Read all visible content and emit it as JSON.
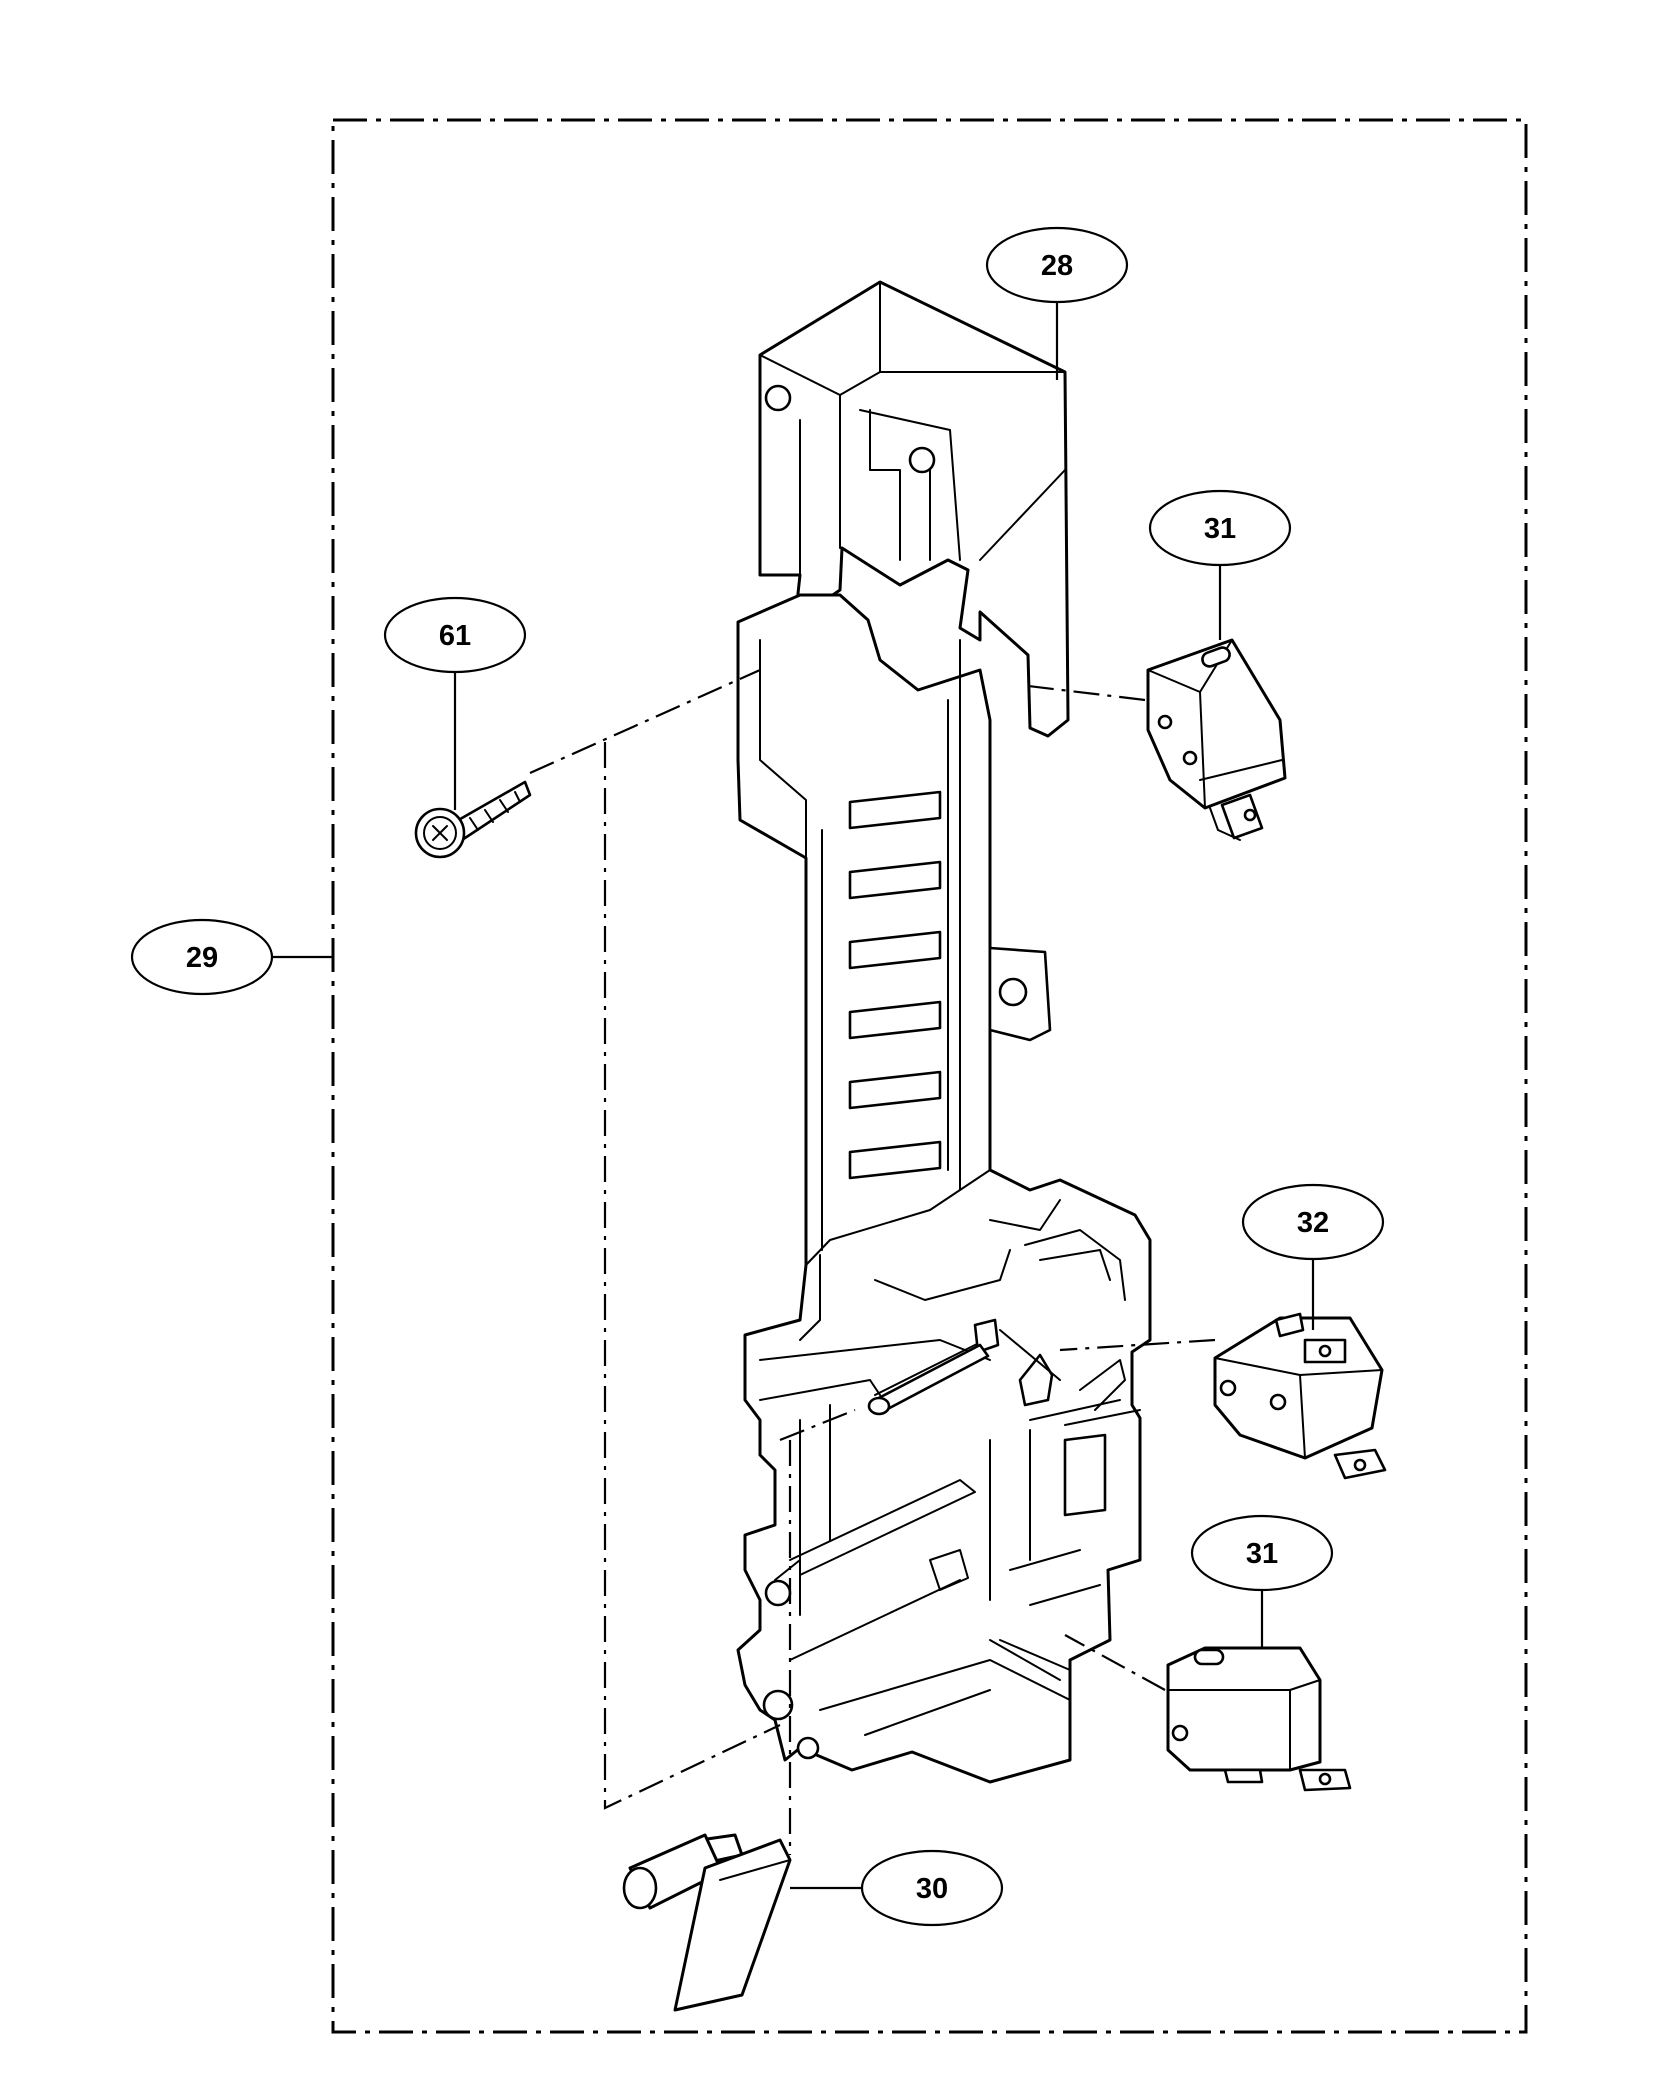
{
  "callouts": [
    {
      "id": "28",
      "label": "28"
    },
    {
      "id": "29",
      "label": "29"
    },
    {
      "id": "30",
      "label": "30"
    },
    {
      "id": "31a",
      "label": "31"
    },
    {
      "id": "31b",
      "label": "31"
    },
    {
      "id": "32",
      "label": "32"
    },
    {
      "id": "61",
      "label": "61"
    }
  ]
}
